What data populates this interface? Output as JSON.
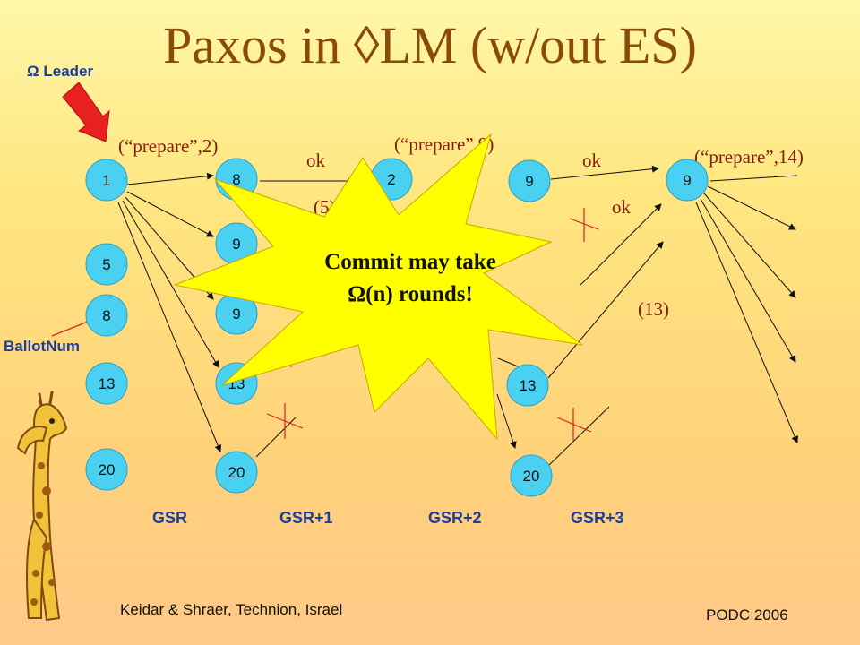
{
  "title": "Paxos in ◊LM (w/out ES)",
  "leader_label": "Ω Leader",
  "ballotnum_label": "BallotNum",
  "messages": {
    "prepare_2": "(“prepare”,2)",
    "prepare_9": "(“prepare”,9)",
    "prepare_14": "(“prepare”,14)",
    "ok1": "ok",
    "ok2": "ok",
    "ok3": "ok",
    "n5": "(5)",
    "n13": "(13)"
  },
  "columns": [
    {
      "nodes": [
        "1",
        "5",
        "8",
        "13",
        "20"
      ]
    },
    {
      "nodes": [
        "8",
        "9",
        "9",
        "13",
        "20"
      ]
    },
    {
      "nodes": [
        "2"
      ]
    },
    {
      "nodes": [
        "9",
        "13",
        "20"
      ]
    },
    {
      "nodes": [
        "9"
      ]
    }
  ],
  "gsr_labels": [
    "GSR",
    "GSR+1",
    "GSR+2",
    "GSR+3"
  ],
  "callout": {
    "line1": "Commit may take",
    "line2": "Ω(n) rounds!"
  },
  "footer": {
    "left": "Keidar & Shraer, Technion, Israel",
    "right": "PODC 2006"
  },
  "colors": {
    "title": "#8a4a0a",
    "message": "#8a1a0a",
    "node": "#4ad0f0",
    "star": "#ffff00",
    "arrow_red": "#e02020",
    "blue_label": "#1a3fa0"
  }
}
